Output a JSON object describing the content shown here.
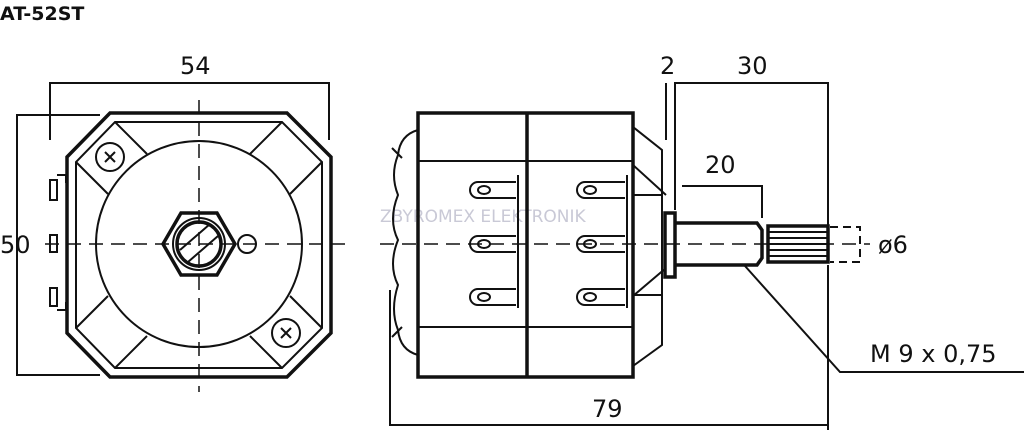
{
  "title": "AT-52ST",
  "watermark": "ZBYROMEX ELEKTRONIK",
  "dimensions": {
    "front_width": "54",
    "front_height": "50",
    "flange_thickness": "2",
    "shaft_length": "30",
    "thread_length": "20",
    "shaft_diameter": "ø6",
    "thread": "M 9 x 0,75",
    "total_length": "79"
  }
}
